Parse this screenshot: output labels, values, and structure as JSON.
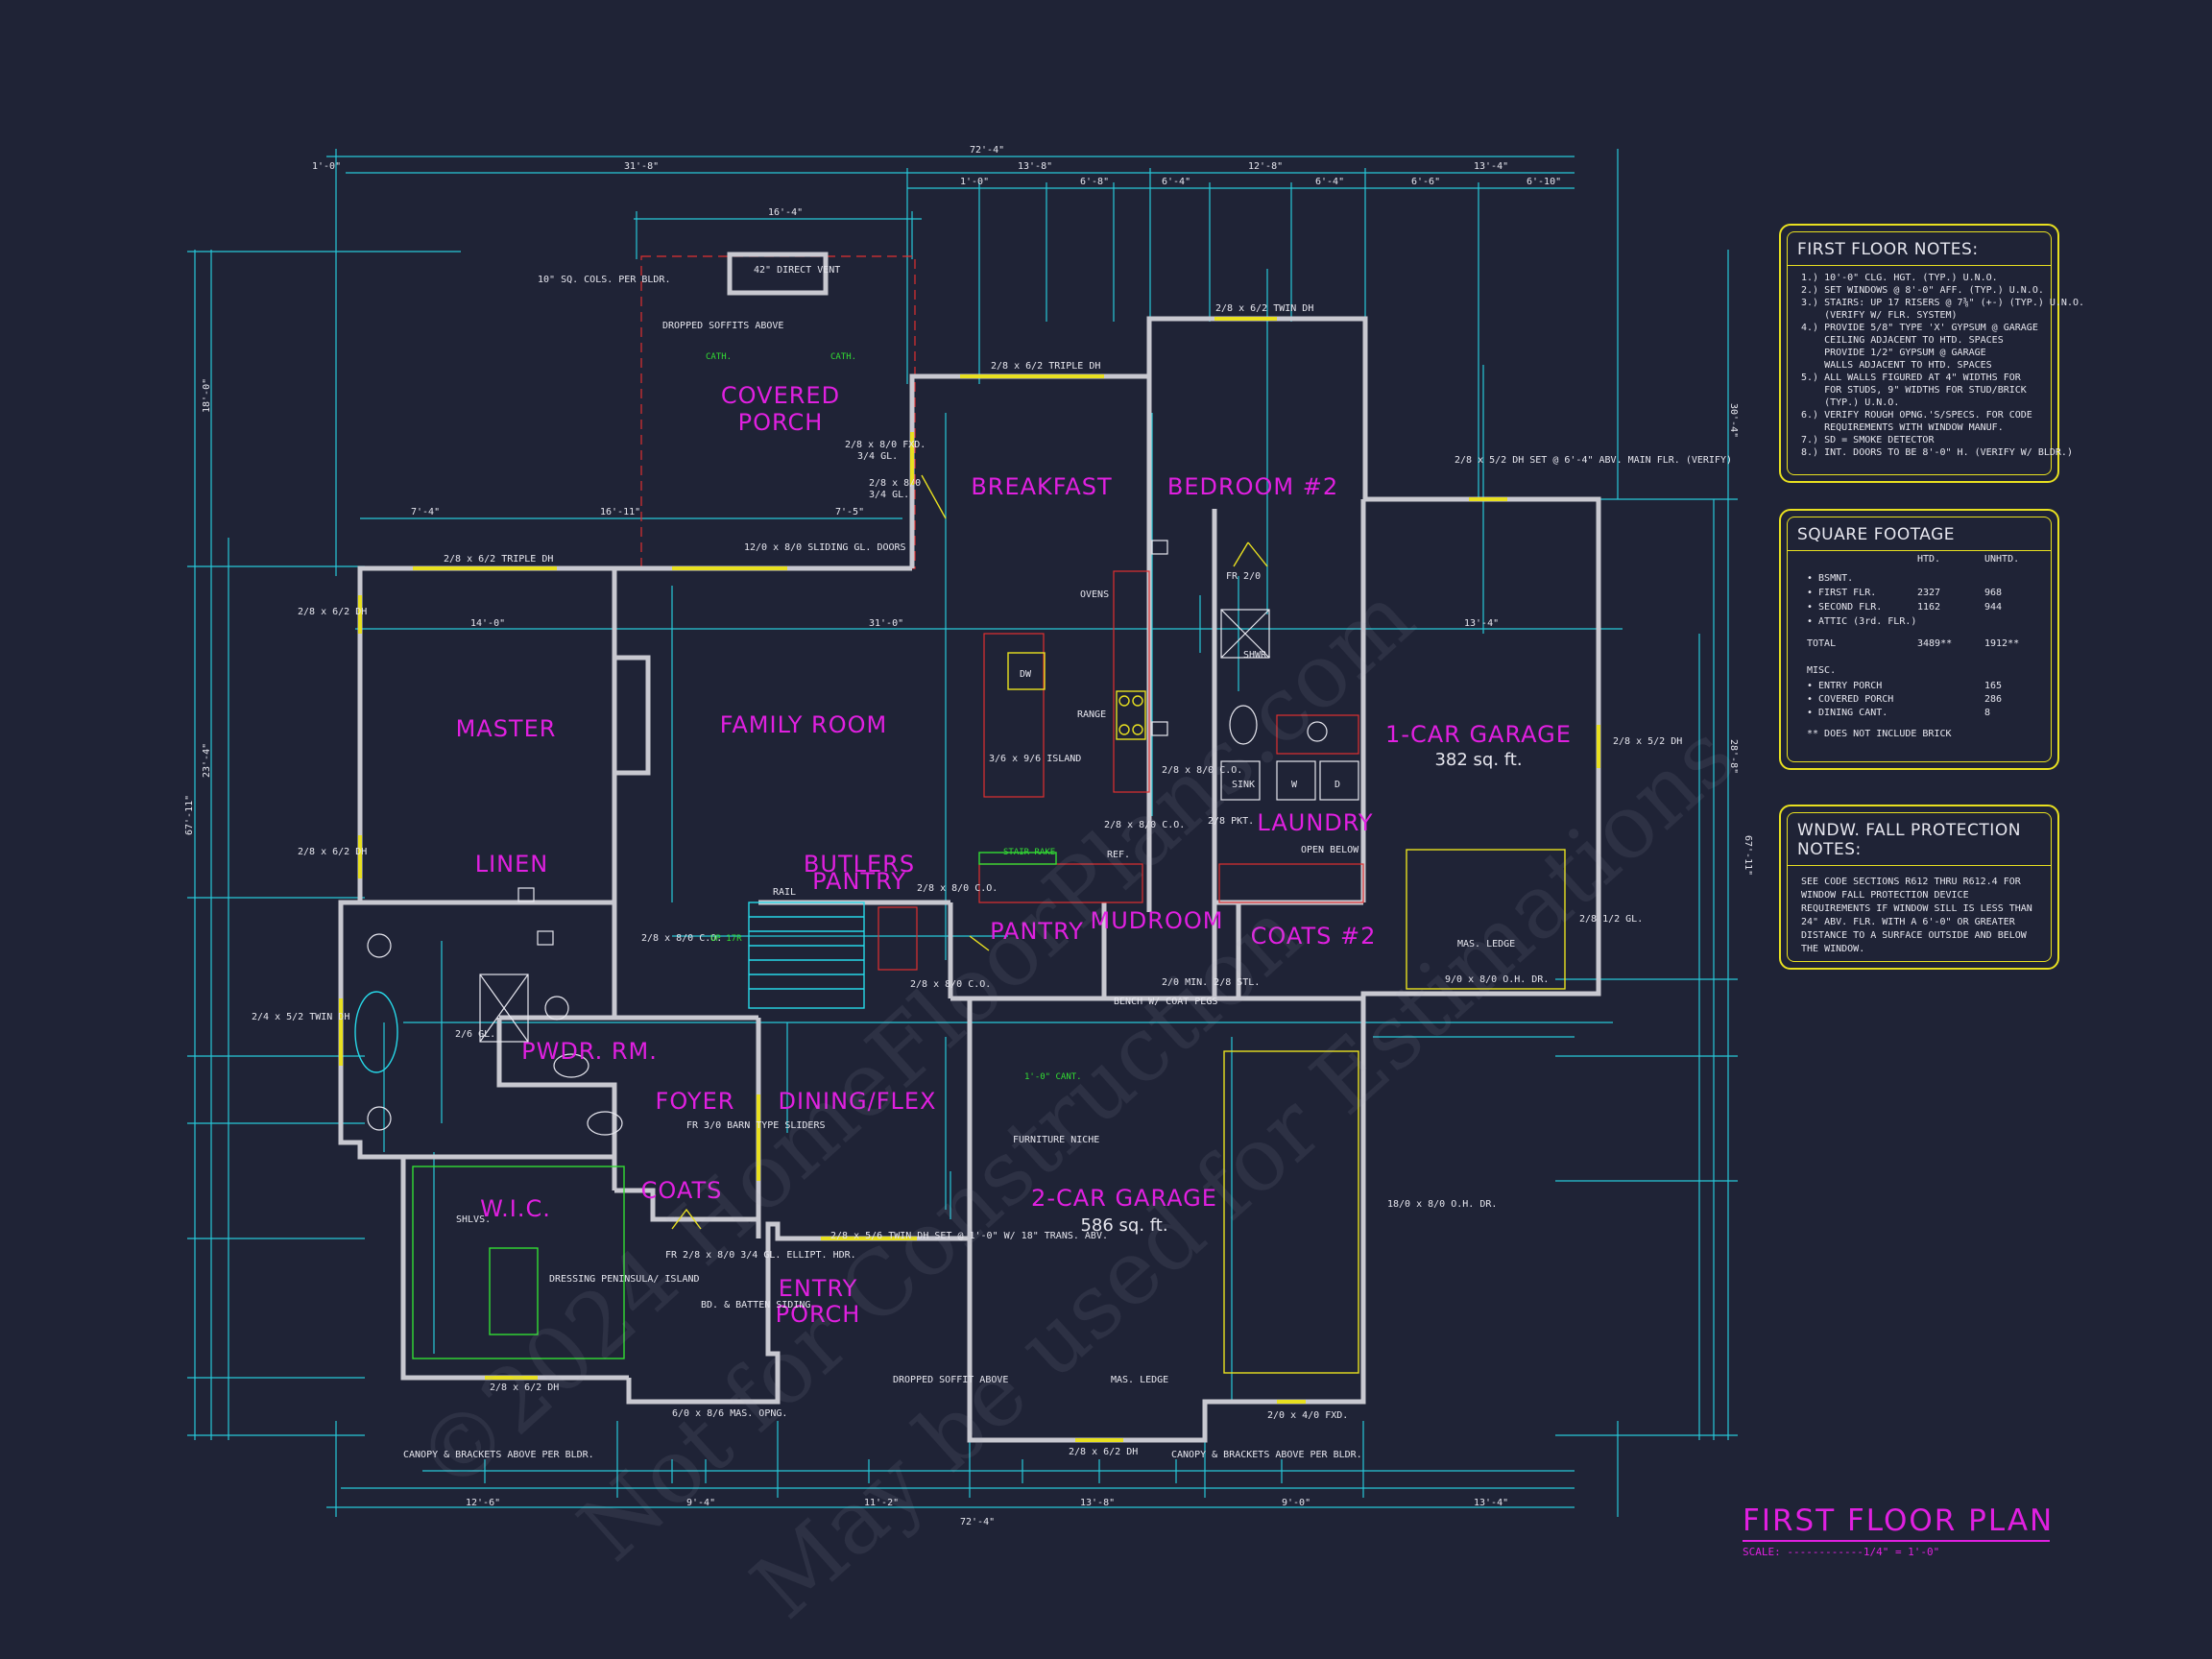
{
  "drawing": {
    "title": "FIRST FLOOR PLAN",
    "scale": "SCALE: ------------1/4\" = 1'-0\""
  },
  "rooms": {
    "covered_porch_1": "COVERED",
    "covered_porch_2": "PORCH",
    "breakfast": "BREAKFAST",
    "bedroom2": "BEDROOM #2",
    "master": "MASTER",
    "family_room": "FAMILY ROOM",
    "garage1": "1-CAR GARAGE",
    "garage1_sqft": "382 sq. ft.",
    "laundry": "LAUNDRY",
    "linen": "LINEN",
    "butlers_1": "BUTLERS",
    "butlers_2": "PANTRY",
    "pantry": "PANTRY",
    "mudroom": "MUDROOM",
    "coats2": "COATS #2",
    "pwdr": "PWDR. RM.",
    "foyer": "FOYER",
    "dining": "DINING/FLEX",
    "garage2": "2-CAR GARAGE",
    "garage2_sqft": "586 sq. ft.",
    "coats": "COATS",
    "wic": "W.I.C.",
    "entry_1": "ENTRY",
    "entry_2": "PORCH"
  },
  "labels": {
    "cols": "10\" SQ. COLS. PER BLDR.",
    "dropped1": "DROPPED SOFFITS ABOVE",
    "vent": "42\" DIRECT VENT",
    "cath": "CATH.",
    "fxd1": "2/8 x 8/0 FXD.",
    "fxd1b": "3/4 GL.",
    "dr28": "2/8 x 8/0",
    "dr28b": "3/4 GL.",
    "triple1": "2/8 x 6/2 TRIPLE DH",
    "twin1": "2/8 x 6/2 TWIN DH",
    "triple2": "2/8 x 6/2 TRIPLE DH",
    "sliding": "12/0 x 8/0 SLIDING GL. DOORS",
    "dh28a": "2/8 x 6/2 DH",
    "dh28b": "2/8 x 6/2 DH",
    "abv": "2/8 x 5/2 DH SET @ 6'-4\" ABV. MAIN FLR. (VERIFY)",
    "dh285": "2/8 x 5/2 DH",
    "ovens": "OVENS",
    "range": "RANGE",
    "dw": "DW",
    "island": "3/6 x 9/6 ISLAND",
    "fr20": "FR 2/0",
    "shwr": "SHWR.",
    "sink": "SINK",
    "w": "W",
    "d": "D",
    "open_below": "OPEN BELOW",
    "stair_rake": "STAIR RAKE",
    "ref": "REF.",
    "co1": "2/8 x 8/0 C.O.",
    "co2": "2/8 x 8/0 C.O.",
    "co3": "2/8 x 8/0 C.O.",
    "co4": "2/8 x 8/0 C.O.",
    "co5": "2/8 x 8/0 C.O.",
    "pkt": "2/8 PKT.",
    "rail": "RAIL",
    "up": "UP 17R",
    "bench": "BENCH W/ COAT PEGS",
    "min20": "2/0 MIN. 2/8 STL.",
    "mas_ledge": "MAS. LEDGE",
    "ohdr1": "9/0 x 8/0 O.H. DR.",
    "ohdr2": "18/0 x 8/0 O.H. DR.",
    "cant": "1'-0\" CANT.",
    "niche": "FURNITURE NICHE",
    "twin24": "2/4 x 5/2 TWIN DH",
    "shlvs": "SHLVS.",
    "dressing": "DRESSING PENINSULA/ ISLAND",
    "barn": "FR 3/0 BARN TYPE SLIDERS",
    "fr28": "FR 2/8 x 8/0 3/4 GL. ELLIPT. HDR.",
    "bd": "BD. & BATTEN SIDING",
    "twin_set": "2/8 x 5/6 TWIN DH SET @ 1'-0\" W/ 18\" TRANS. ABV.",
    "dropped2": "DROPPED SOFFIT ABOVE",
    "mas_ledge2": "MAS. LEDGE",
    "fxd2": "2/0 x 4/0 FXD.",
    "canopy1": "CANOPY & BRACKETS ABOVE PER BLDR.",
    "canopy2": "CANOPY & BRACKETS ABOVE PER BLDR.",
    "dh_bot1": "2/8 x 6/2 DH",
    "dh_bot2": "2/8 x 6/2 DH",
    "mas_opng": "6/0 x 8/6 MAS. OPNG.",
    "gl": "2/6 GL.",
    "gl2": "2/8 1/2 GL."
  },
  "dimensions": {
    "top_total": "72'-4\"",
    "top_a": "31'-8\"",
    "top_b": "13'-8\"",
    "top_c": "12'-8\"",
    "top_d": "13'-4\"",
    "top_e": "1'-0\"",
    "top_f": "6'-8\"",
    "top_g": "6'-4\"",
    "top_h": "6'-4\"",
    "top_i": "6'-6\"",
    "top_j": "6'-10\"",
    "porch_w": "16'-4\"",
    "left_total": "67'-11\"",
    "left_a": "18'-0\"",
    "left_b": "23'-4\"",
    "right_total": "67'-11\"",
    "right_a": "30'-4\"",
    "right_b": "28'-8\"",
    "bot_total": "72'-4\"",
    "bot_a": "12'-6\"",
    "bot_b": "9'-4\"",
    "bot_c": "11'-2\"",
    "bot_d": "13'-8\"",
    "bot_e": "9'-0\"",
    "bot_f": "13'-4\"",
    "fam_w": "31'-0\"",
    "master_w": "14'-0\"",
    "gar1_w": "13'-4\"",
    "int_a": "7'-4\"",
    "int_b": "16'-11\"",
    "int_c": "7'-5\""
  },
  "notes": {
    "first_floor": {
      "title": "FIRST FLOOR NOTES:",
      "items": [
        "1.) 10'-0\" CLG. HGT. (TYP.) U.N.O.",
        "2.) SET WINDOWS @ 8'-0\" AFF. (TYP.) U.N.O.",
        "3.) STAIRS: UP 17 RISERS @ 7⅜\" (+-) (TYP.) U.N.O.",
        "    (VERIFY W/ FLR. SYSTEM)",
        "",
        "4.) PROVIDE 5/8\" TYPE 'X' GYPSUM @ GARAGE",
        "    CEILING ADJACENT TO HTD. SPACES",
        "    PROVIDE 1/2\" GYPSUM @ GARAGE",
        "    WALLS ADJACENT TO HTD. SPACES",
        "5.) ALL WALLS FIGURED AT 4\" WIDTHS FOR",
        "    FOR STUDS, 9\" WIDTHS FOR STUD/BRICK",
        "    (TYP.) U.N.O.",
        "6.) VERIFY ROUGH OPNG.'S/SPECS. FOR CODE",
        "    REQUIREMENTS WITH WINDOW MANUF.",
        "7.) SD = SMOKE DETECTOR",
        "8.) INT. DOORS TO BE 8'-0\" H. (VERIFY W/ BLDR.)"
      ]
    },
    "square_footage": {
      "title": "SQUARE FOOTAGE",
      "head_htd": "HTD.",
      "head_unhtd": "UNHTD.",
      "rows": [
        {
          "name": "• BSMNT.",
          "htd": "",
          "unhtd": ""
        },
        {
          "name": "• FIRST FLR.",
          "htd": "2327",
          "unhtd": "968"
        },
        {
          "name": "• SECOND FLR.",
          "htd": "1162",
          "unhtd": "944"
        },
        {
          "name": "• ATTIC (3rd. FLR.)",
          "htd": "",
          "unhtd": ""
        }
      ],
      "total_label": "TOTAL",
      "total_htd": "3489**",
      "total_unhtd": "1912**",
      "misc_label": "MISC.",
      "misc": [
        {
          "name": "• ENTRY PORCH",
          "val": "165"
        },
        {
          "name": "• COVERED PORCH",
          "val": "286"
        },
        {
          "name": "• DINING CANT.",
          "val": "8"
        }
      ],
      "footnote": "** DOES NOT INCLUDE BRICK"
    },
    "window_fall": {
      "title": "WNDW. FALL PROTECTION NOTES:",
      "body": "SEE CODE SECTIONS R612 THRU R612.4 FOR WINDOW FALL PROTECTION DEVICE REQUIREMENTS IF WINDOW SILL IS LESS THAN 24\" ABV. FLR. WITH A 6'-0\" OR GREATER DISTANCE TO A SURFACE OUTSIDE AND BELOW THE WINDOW."
    }
  },
  "watermark": {
    "line1": "©2024 HomeFloorPlans.com",
    "line2": "Not for Construction",
    "line3": "May be used for Estimations"
  }
}
